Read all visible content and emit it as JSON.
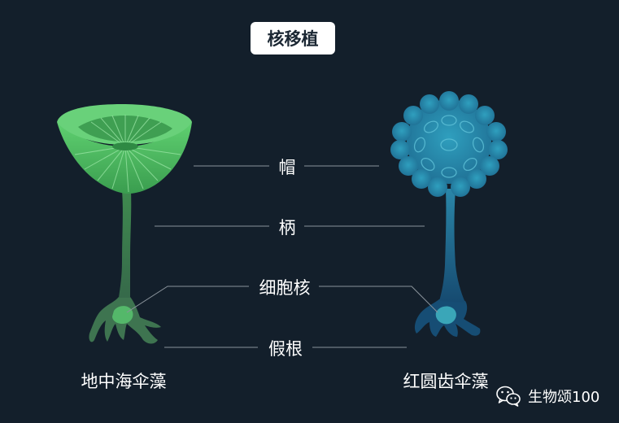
{
  "title": "核移植",
  "parts": {
    "cap": "帽",
    "stalk": "柄",
    "nucleus": "细胞核",
    "rhizoid": "假根"
  },
  "species": {
    "left": "地中海伞藻",
    "right": "红圆齿伞藻"
  },
  "watermark": {
    "text": "生物颂100",
    "icon": "wechat-icon"
  },
  "colors": {
    "background": "#131f2b",
    "left_cap": "#4fbf62",
    "left_stalk": "#3d7a4a",
    "right_cap": "#2b8fae",
    "right_stalk": "#1b5b80",
    "leader_line": "#8a939b"
  }
}
